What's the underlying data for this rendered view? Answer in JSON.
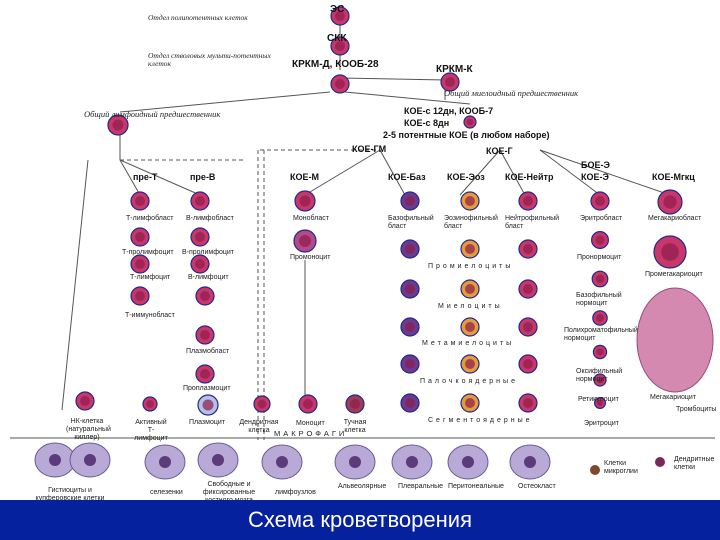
{
  "title": "Схема кроветворения",
  "header": {
    "es": "ЭС",
    "skk": "СКК",
    "krkm_d": "КРКМ-Д, КООБ-28",
    "krkm_k": "КРКМ-К",
    "polipotent": "Отдел полипотентных клеток",
    "stem": "Отдел стволовых мульти-потентных клеток",
    "myeloid": "Общий миелоидный предшественник",
    "lymphoid": "Общий лимфоидный предшественник",
    "koe12": "КОЕ-с 12дн, КООБ-7",
    "koe8": "КОЕ-с 8дн",
    "koe25": "2-5 потентные КОЕ (в любом наборе)",
    "koe_gm": "КОЕ-ГМ",
    "koe_g": "КОЕ-Г"
  },
  "columns": {
    "pre_t": "пре-Т",
    "pre_b": "пре-В",
    "koe_m": "КОЕ-М",
    "koe_baz": "КОЕ-Баз",
    "koe_eoz": "КОЕ-Эоз",
    "koe_neitr": "КОЕ-Нейтр",
    "boe_e": "БОЕ-Э",
    "koe_e": "КОЕ-Э",
    "koe_mgkc": "КОЕ-Мгкц"
  },
  "cells": {
    "t_lymphoblast": "Т-лимфобласт",
    "b_lymphoblast": "В-лимфобласт",
    "t_prolymph": "Т-пролимфоцит",
    "b_prolymph": "В-пролимфоцит",
    "t_lymph": "Т-лимфоцит",
    "b_lymph": "В-лимфоцит",
    "t_immunoblast": "Т-иммунобласт",
    "plasmoblast": "Плазмобласт",
    "proplasmocyte": "Проплазмоцит",
    "plasmocyte": "Плазмоцит",
    "nk": "НК-клетка (натуральный киллер)",
    "active_t": "Активный Т-лимфоцит",
    "monoblast": "Монобласт",
    "promonocyte": "Промоноцит",
    "monocyte": "Моноцит",
    "dendritic": "Дендритная клетка",
    "mast": "Тучная клетка",
    "baso_blast": "Базофильный бласт",
    "eos_blast": "Эозинофильный бласт",
    "neut_blast": "Нейтрофильный бласт",
    "erythroblast": "Эритробласт",
    "pronormocyte": "Пронормоцит",
    "baso_normo": "Базофильный нормоцит",
    "poly_normo": "Полихроматофильный нормоцит",
    "oxy_normo": "Оксифильный нормоцит",
    "reticulocyte": "Ретикулоцит",
    "erythrocyte": "Эритроцит",
    "megakaryoblast": "Мегакариобласт",
    "promegakaryocyte": "Промегакариоцит",
    "megakaryocyte": "Мегакариоцит",
    "platelets": "Тромбоциты",
    "histiocytes": "Гистиоциты и купферовские клетки",
    "spleen": "селезенки",
    "bone_marrow": "Свободные и фиксированные костного мозга",
    "lymph_nodes": "лимфоузлов",
    "alveolar": "Альвеолярные",
    "pleural": "Плевральные",
    "peritoneal": "Перитонеальные",
    "osteoclast": "Остеокласт",
    "microglia": "Клетки микроглии",
    "dendritic_cells": "Дендритные клетки"
  },
  "stages": {
    "promyelocytes": "Промиелоциты",
    "myelocytes": "Миелоциты",
    "metamyelocytes": "Метамиелоциты",
    "band": "Палочкоядерные",
    "segmented": "Сегментоядерные",
    "macrophages": "МАКРОФАГИ"
  },
  "colors": {
    "banner": "#06219d",
    "banner_text": "#ffffff",
    "cell_body": "#c8366a",
    "cell_rim": "#1f2a8c",
    "macrophage": "#b9a9d6"
  }
}
